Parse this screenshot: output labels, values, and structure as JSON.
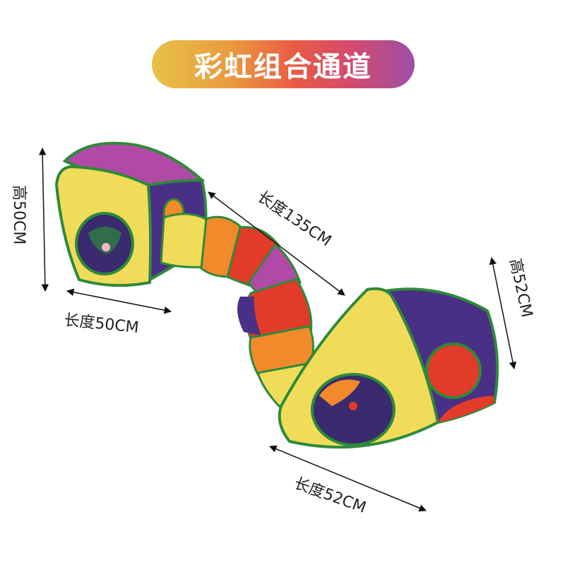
{
  "title": "彩虹组合通道",
  "dimensions": {
    "left_height": "高50CM",
    "left_length": "长度50CM",
    "tunnel_length": "长度135CM",
    "right_height": "高52CM",
    "right_length": "长度52CM"
  },
  "colors": {
    "yellow": "#f1dc5a",
    "purple": "#4a2f86",
    "magenta": "#b14aa6",
    "orange": "#f28a2c",
    "red": "#e23b2a",
    "green_trim": "#2e8a3a"
  }
}
